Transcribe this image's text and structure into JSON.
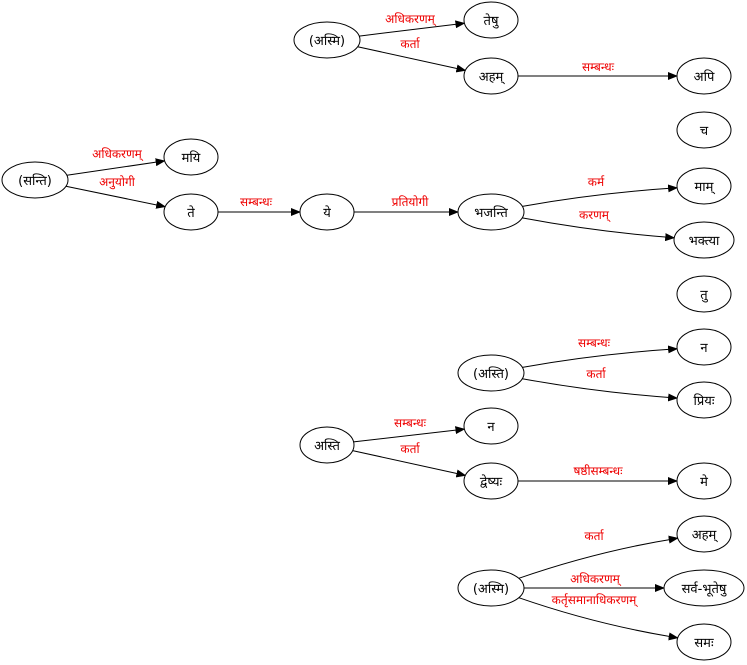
{
  "colors": {
    "edge_label": "#ee0000",
    "node_stroke": "#000000",
    "background": "#ffffff"
  },
  "nodes": [
    {
      "id": "n_asmi1",
      "label": "(अस्मि)"
    },
    {
      "id": "n_teshu",
      "label": "तेषु"
    },
    {
      "id": "n_aham1",
      "label": "अहम्"
    },
    {
      "id": "n_api",
      "label": "अपि"
    },
    {
      "id": "n_ca",
      "label": "च"
    },
    {
      "id": "n_santi",
      "label": "(सन्ति)"
    },
    {
      "id": "n_mayi",
      "label": "मयि"
    },
    {
      "id": "n_te",
      "label": "ते"
    },
    {
      "id": "n_ye",
      "label": "ये"
    },
    {
      "id": "n_bhajanti",
      "label": "भजन्ति"
    },
    {
      "id": "n_mam",
      "label": "माम्"
    },
    {
      "id": "n_bhaktya",
      "label": "भक्त्या"
    },
    {
      "id": "n_tu",
      "label": "तु"
    },
    {
      "id": "n_asti1",
      "label": "(अस्ति)"
    },
    {
      "id": "n_na1",
      "label": "न"
    },
    {
      "id": "n_priyah",
      "label": "प्रियः"
    },
    {
      "id": "n_asti2",
      "label": "अस्ति"
    },
    {
      "id": "n_na2",
      "label": "न"
    },
    {
      "id": "n_dveshyah",
      "label": "द्वेष्यः"
    },
    {
      "id": "n_me",
      "label": "मे"
    },
    {
      "id": "n_asmi2",
      "label": "(अस्मि)"
    },
    {
      "id": "n_aham2",
      "label": "अहम्"
    },
    {
      "id": "n_sarva",
      "label": "सर्व-भूतेषु"
    },
    {
      "id": "n_samah",
      "label": "समः"
    }
  ],
  "edges": [
    {
      "from": "n_asmi1",
      "to": "n_teshu",
      "label": "अधिकरणम्"
    },
    {
      "from": "n_asmi1",
      "to": "n_aham1",
      "label": "कर्ता"
    },
    {
      "from": "n_aham1",
      "to": "n_api",
      "label": "सम्बन्धः"
    },
    {
      "from": "n_santi",
      "to": "n_mayi",
      "label": "अधिकरणम्"
    },
    {
      "from": "n_santi",
      "to": "n_te",
      "label": "अनुयोगी"
    },
    {
      "from": "n_te",
      "to": "n_ye",
      "label": "सम्बन्धः"
    },
    {
      "from": "n_ye",
      "to": "n_bhajanti",
      "label": "प्रतियोगी"
    },
    {
      "from": "n_bhajanti",
      "to": "n_mam",
      "label": "कर्म"
    },
    {
      "from": "n_bhajanti",
      "to": "n_bhaktya",
      "label": "करणम्"
    },
    {
      "from": "n_asti1",
      "to": "n_na1",
      "label": "सम्बन्धः"
    },
    {
      "from": "n_asti1",
      "to": "n_priyah",
      "label": "कर्ता"
    },
    {
      "from": "n_asti2",
      "to": "n_na2",
      "label": "सम्बन्धः"
    },
    {
      "from": "n_asti2",
      "to": "n_dveshyah",
      "label": "कर्ता"
    },
    {
      "from": "n_dveshyah",
      "to": "n_me",
      "label": "षष्ठीसम्बन्धः"
    },
    {
      "from": "n_asmi2",
      "to": "n_aham2",
      "label": "कर्ता"
    },
    {
      "from": "n_asmi2",
      "to": "n_sarva",
      "label": "अधिकरणम्"
    },
    {
      "from": "n_asmi2",
      "to": "n_samah",
      "label": "कर्तृसमानाधिकरणम्"
    }
  ]
}
